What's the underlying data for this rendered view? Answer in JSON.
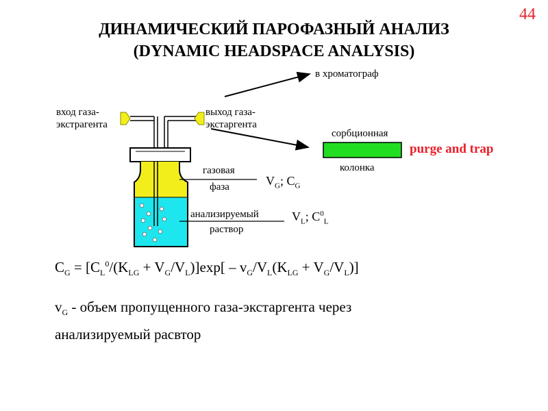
{
  "slide_number": "44",
  "title": {
    "line1": "ДИНАМИЧЕСКИЙ ПАРОФАЗНЫЙ АНАЛИЗ",
    "line2": "(DYNAMIC HEADSPACE ANALYSIS)"
  },
  "labels": {
    "to_chromatograph": "в хроматограф",
    "gas_inlet_1": "вход газа-",
    "gas_inlet_2": "экстрагента",
    "gas_outlet_1": "выход газа-",
    "gas_outlet_2": "экстаргента",
    "sorption_1": "сорбционная",
    "sorption_2": "колонка",
    "purge_and_trap": "purge and trap",
    "gas_phase_1": "газовая",
    "gas_phase_2": "фаза",
    "solution_1": "анализируемый",
    "solution_2": "раствор"
  },
  "symbols": {
    "gas_V": "V",
    "gas_V_sub": "G",
    "gas_sep": "; C",
    "gas_C_sub": "G",
    "liq_V": "V",
    "liq_V_sub": "L",
    "liq_sep": "; C",
    "liq_C_sup": "0",
    "liq_C_sub": "L"
  },
  "formula": {
    "p1": "C",
    "s1": "G",
    "p2": " = [C",
    "s2": "L",
    "sup1": "0",
    "p3": "/(K",
    "s3": "LG",
    "p4": " + V",
    "s4": "G",
    "p5": "/V",
    "s5": "L",
    "p6": ")]exp[ – v",
    "s6": "G",
    "p7": "/V",
    "s7": "L",
    "p8": "(K",
    "s8": "LG",
    "p9": " + V",
    "s9": "G",
    "p10": "/V",
    "s10": "L",
    "p11": ")]"
  },
  "note": {
    "v": "v",
    "v_sub": "G",
    "text_line1": " - объем пропущенного газа-экстаргента через",
    "text_line2": "анализируемый расвтор"
  },
  "colors": {
    "accent_red": "#e8202a",
    "gas_phase_yellow": "#f2ee1c",
    "liquid_cyan": "#1ee6ee",
    "column_green": "#22dd22",
    "valve_yellow": "#f2ee1c"
  }
}
